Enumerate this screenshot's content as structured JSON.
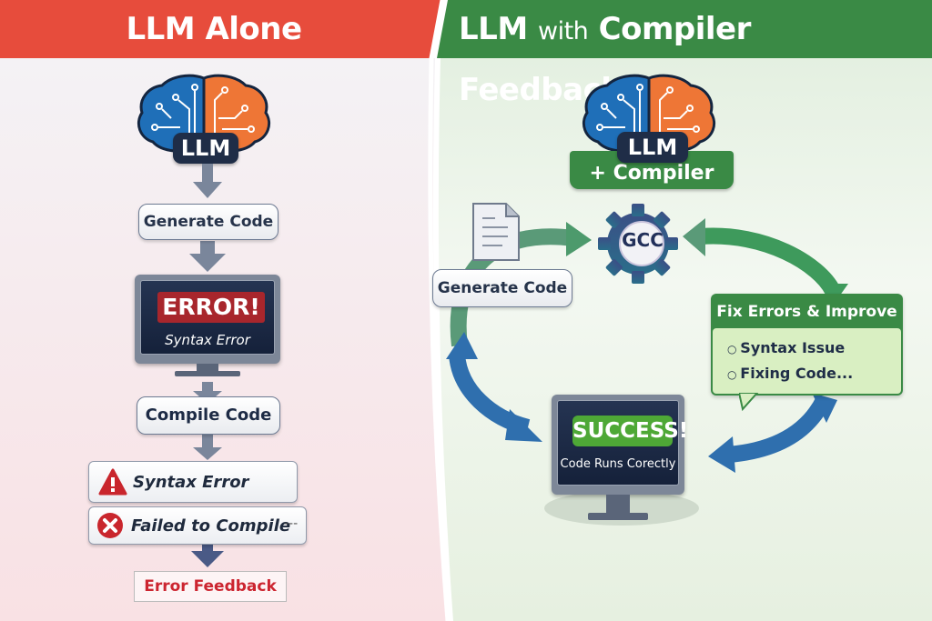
{
  "colors": {
    "left_header": "#e74c3c",
    "right_header": "#3a8a45",
    "left_bg": "#f7eef0",
    "right_bg": "#eef5ea",
    "navy": "#1f2d47",
    "error_red": "#a8262c",
    "success_green": "#4ea836",
    "loop_green": "#3f9a62",
    "loop_blue": "#2f6fae"
  },
  "left": {
    "header": "LLM Alone",
    "brain_icon": "brain-circuit-icon",
    "llm_badge": "LLM",
    "step_generate": "Generate Code",
    "monitor": {
      "title": "ERROR!",
      "subtitle": "Syntax Error"
    },
    "step_compile": "Compile Code",
    "errors": [
      {
        "icon": "warning-triangle-icon",
        "text": "Syntax Error"
      },
      {
        "icon": "x-circle-icon",
        "text": "Failed to Compile",
        "trailing": "---"
      }
    ],
    "feedback": "Error Feedback"
  },
  "right": {
    "header_bold_1": "LLM",
    "header_light": "with",
    "header_bold_2": "Compiler Feedback",
    "brain_icon": "brain-circuit-icon",
    "llm_badge": "LLM",
    "compiler_badge": "+ Compiler",
    "document_icon": "document-icon",
    "step_generate": "Generate Code",
    "gear_label": "GCC",
    "fix_box": {
      "title": "Fix Errors & Improve",
      "items": [
        "Syntax Issue",
        "Fixing Code..."
      ]
    },
    "monitor": {
      "title": "SUCCESS!",
      "subtitle": "Code Runs Corectly"
    }
  }
}
